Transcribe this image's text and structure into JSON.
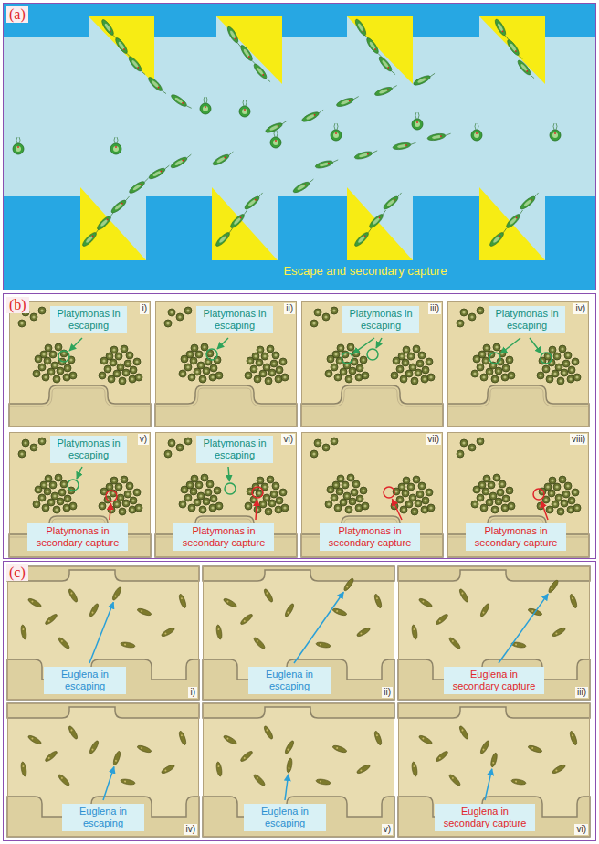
{
  "diagram": {
    "nodes": [
      {
        "text": [
          "(a)"
        ]
      },
      {
        "text": [
          "(b)"
        ]
      },
      {
        "text": [
          "i)"
        ],
        "in": 1
      },
      {
        "text": [
          "Platymonas in escaping"
        ],
        "in": 2
      },
      {
        "text": [
          "ii)"
        ],
        "in": 1
      },
      {
        "text": [
          "Platymonas in escaping"
        ],
        "in": 4
      },
      {
        "text": [
          "iii)"
        ],
        "in": 1
      },
      {
        "text": [
          "Platymonas in escaping"
        ],
        "in": 6
      },
      {
        "text": [
          "iv)"
        ],
        "in": 1
      },
      {
        "text": [
          "Platymonas in escaping"
        ],
        "in": 8
      },
      {
        "text": [
          "v)"
        ],
        "in": 1
      },
      {
        "text": [
          "Platymonas in escaping"
        ],
        "in": 10
      },
      {
        "text": [
          "Platymonas in secondary capture"
        ],
        "in": 10
      },
      {
        "text": [
          "vi)"
        ],
        "in": 1
      },
      {
        "text": [
          "Platymonas in escaping"
        ],
        "in": 13
      },
      {
        "text": [
          "Platymonas in secondary capture"
        ],
        "in": 13
      },
      {
        "text": [
          "vii)"
        ],
        "in": 1
      },
      {
        "text": [
          "Platymonas in secondary capture"
        ],
        "in": 16
      },
      {
        "text": [
          "viii)"
        ],
        "in": 1
      },
      {
        "text": [
          "Platymonas in secondary capture"
        ],
        "in": 18
      },
      {
        "text": [
          "(c)"
        ]
      },
      {
        "text": [
          "i)"
        ],
        "in": 20
      },
      {
        "text": [
          "Euglena in escaping"
        ],
        "in": 21
      },
      {
        "text": [
          "ii)"
        ],
        "in": 20
      },
      {
        "text": [
          "Euglena in escaping"
        ],
        "in": 23
      },
      {
        "text": [
          "iii)"
        ],
        "in": 20
      },
      {
        "text": [
          "Euglena in secondary capture"
        ],
        "in": 25
      },
      {
        "text": [
          "iv)"
        ],
        "in": 20
      },
      {
        "text": [
          "Euglena in escaping"
        ],
        "in": 27
      },
      {
        "text": [
          "v)"
        ],
        "in": 20
      },
      {
        "text": [
          "Euglena in escaping"
        ],
        "in": 29
      },
      {
        "text": [
          "vi)"
        ],
        "in": 20
      },
      {
        "text": [
          "Euglena in secondary capture"
        ],
        "in": 31
      }
    ],
    "labels": [
      "Escape and secondary capture"
    ]
  }
}
